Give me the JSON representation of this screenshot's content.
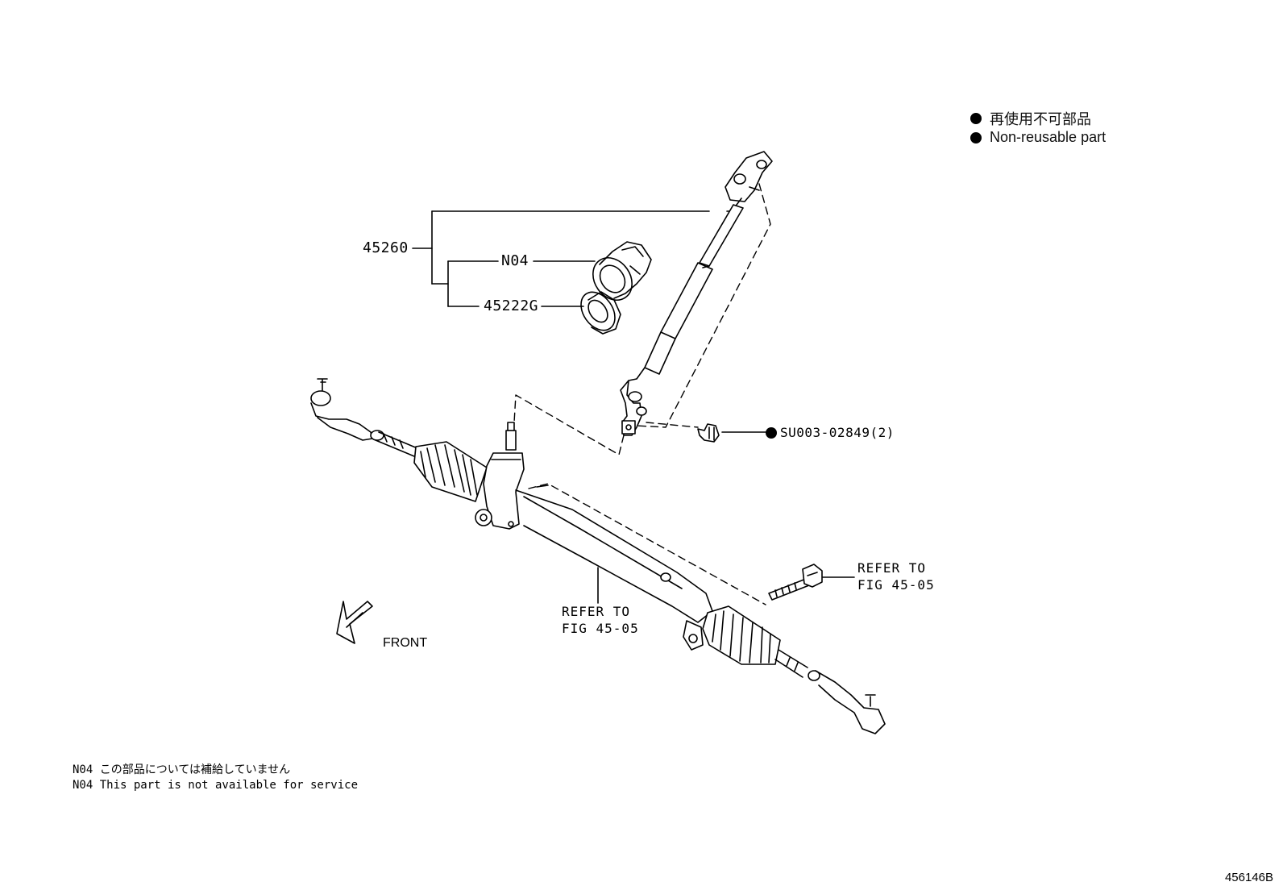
{
  "legend": {
    "items": [
      {
        "symbol": "filled-circle",
        "text": "再使用不可部品"
      },
      {
        "symbol": "filled-circle",
        "text": "Non-reusable part"
      }
    ]
  },
  "parts": {
    "shaft_assy": "45260",
    "cover": "N04",
    "seal": "45222G",
    "bolt": "SU003-02849(2)"
  },
  "refer_right": {
    "line1": "REFER TO",
    "line2": "FIG 45-05"
  },
  "refer_bottom": {
    "line1": "REFER TO",
    "line2": "FIG 45-05"
  },
  "front_label": "FRONT",
  "notes": [
    "N04 この部品については補給していません",
    "N04 This part is not available for service"
  ],
  "figure_number": "456146B",
  "icons": [
    "front-arrow-icon",
    "non-reusable-dot-icon"
  ],
  "colors": {
    "line": "#000000",
    "background": "#ffffff"
  }
}
